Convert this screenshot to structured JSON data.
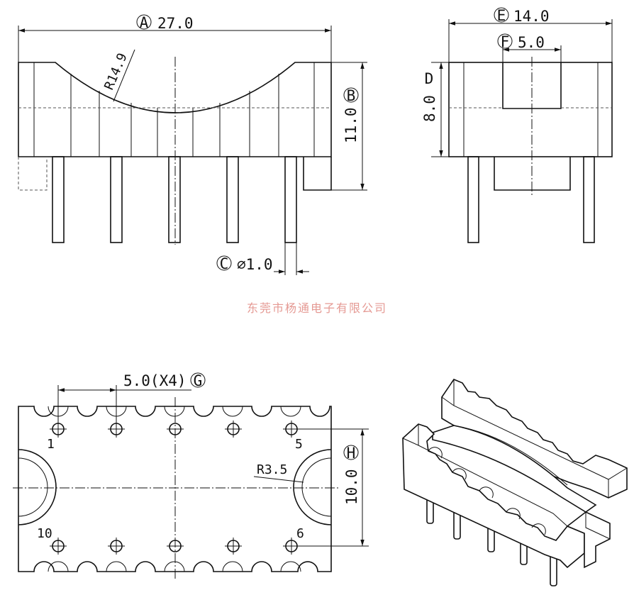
{
  "front_view": {
    "label_a": "A",
    "dim_a": "27.0",
    "label_b": "B",
    "dim_b": "11.0",
    "radius": "R14.9",
    "label_c": "C",
    "dim_c": "⌀1.0"
  },
  "side_view": {
    "label_e": "E",
    "dim_e": "14.0",
    "label_f": "F",
    "dim_f": "5.0",
    "label_d": "D",
    "dim_d": "8.0"
  },
  "watermark": "东莞市杨通电子有限公司",
  "bottom_view": {
    "pitch": "5.0(X4)",
    "label_g": "G",
    "label_h": "H",
    "dim_h": "10.0",
    "radius": "R3.5",
    "pin_1": "1",
    "pin_5": "5",
    "pin_6": "6",
    "pin_10": "10"
  }
}
